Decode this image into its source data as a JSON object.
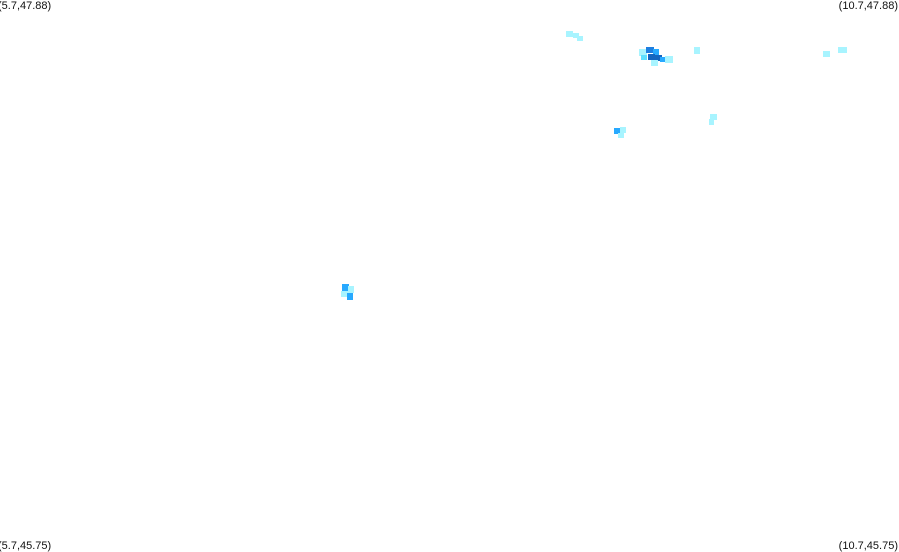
{
  "map": {
    "corner_labels": {
      "top_left": "(5.7,47.88)",
      "top_right": "(10.7,47.88)",
      "bottom_left": "(5.7,45.75)",
      "bottom_right": "(10.7,45.75)"
    },
    "extent": {
      "lon_min": 5.7,
      "lon_max": 10.7,
      "lat_min": 45.75,
      "lat_max": 47.88
    },
    "palette": {
      "low": "#a8f4ff",
      "mid_low": "#5fe0ff",
      "mid": "#27a9ff",
      "high": "#1f7fe0",
      "peak": "#1565c0"
    }
  }
}
